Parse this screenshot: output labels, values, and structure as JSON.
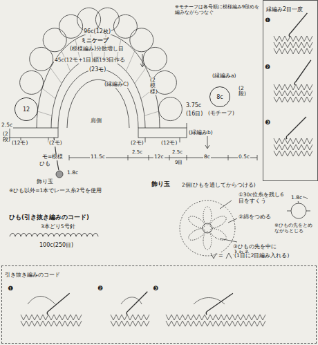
{
  "diagram": {
    "nodes": [
      {
        "text": [
          "縁編み2目一度"
        ]
      },
      {
        "text": [
          "引き抜き編みのコード"
        ]
      },
      {
        "text": [
          "12"
        ]
      },
      {
        "text": [
          "8c"
        ]
      }
    ],
    "labels": [
      "※モチーフは各号順に模様編み9段めを編みながらつなぐ",
      "96c(12枚)",
      "ミニケープ",
      "(模様編み)分散増し目",
      "45c(12モ+1目)鎖193目作る",
      "(23モ)",
      "(縁編みC)",
      "(2模様)",
      "3.75c",
      "(16目)",
      "(縁編みa)",
      "(2段)",
      "(モチーフ)",
      "肩側",
      "(2モ)",
      "(2モ)",
      "(12モ)",
      "(12モ)",
      "(縁編みb)",
      "2.5c",
      "(2段)",
      "ひも",
      "1.8c",
      "飾り玉",
      "モ=模様",
      "11.5c",
      "2.5c",
      "12c",
      "2.5c",
      "9目",
      "8c",
      "0.5c",
      "※ひも以外=1本でレース糸2号を使用",
      "飾り玉",
      "2個(ひもを通してからつける)",
      "①30c位糸を残し6目をすくう",
      "1.8c",
      "②綿をつめる",
      "③ひもの先を中に入れる",
      "※ひもの先をとめながらとじる",
      "=",
      "(1目に2目編み入れる)",
      "ひも(引き抜き編みのコード)",
      "3本どり5号針",
      "100c(250目)",
      "❶",
      "❷",
      "❸",
      "❶",
      "❷",
      "❸"
    ]
  }
}
